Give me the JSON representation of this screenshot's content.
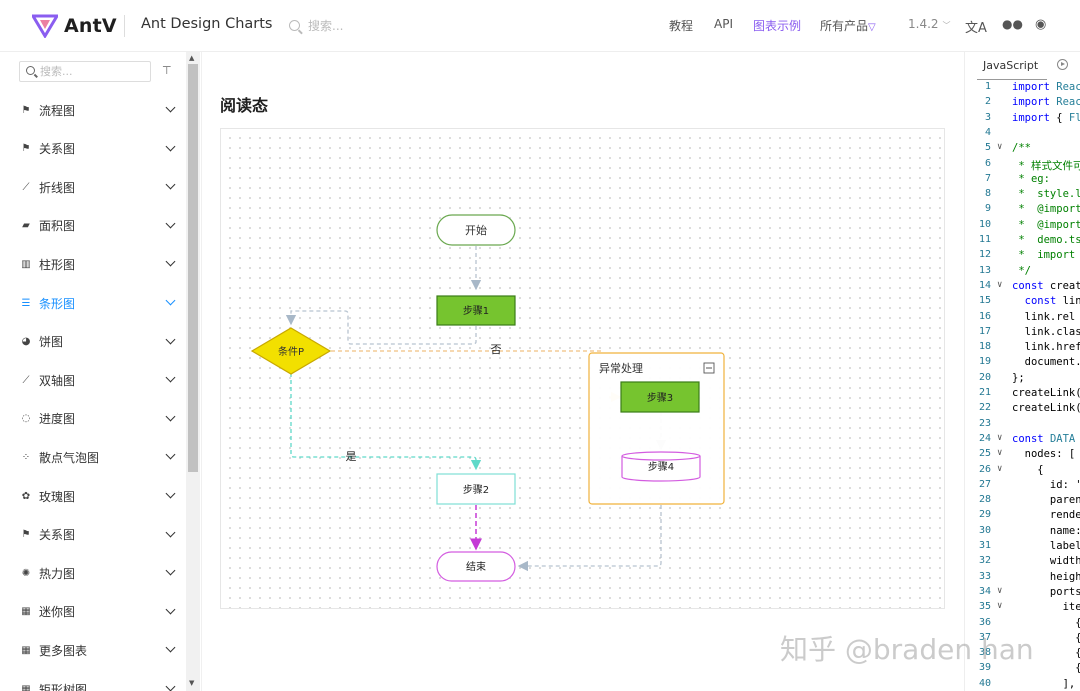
{
  "header": {
    "logo_text": "AntV",
    "product_name": "Ant Design Charts",
    "search_placeholder": "搜索...",
    "nav": [
      {
        "label": "教程",
        "active": false
      },
      {
        "label": "API",
        "active": false
      },
      {
        "label": "图表示例",
        "active": true
      },
      {
        "label": "所有产品",
        "active": false
      }
    ],
    "version": "1.4.2",
    "icons": [
      "translate-icon",
      "wechat-icon",
      "github-icon"
    ]
  },
  "sidebar": {
    "search_placeholder": "搜索...",
    "items": [
      {
        "label": "流程图",
        "icon": "⚑",
        "active": false
      },
      {
        "label": "关系图",
        "icon": "⚑",
        "active": false
      },
      {
        "label": "折线图",
        "icon": "⟋",
        "active": false
      },
      {
        "label": "面积图",
        "icon": "▰",
        "active": false
      },
      {
        "label": "柱形图",
        "icon": "▥",
        "active": false
      },
      {
        "label": "条形图",
        "icon": "☰",
        "active": true
      },
      {
        "label": "饼图",
        "icon": "◕",
        "active": false
      },
      {
        "label": "双轴图",
        "icon": "⟋",
        "active": false
      },
      {
        "label": "进度图",
        "icon": "◌",
        "active": false
      },
      {
        "label": "散点气泡图",
        "icon": "⁘",
        "active": false
      },
      {
        "label": "玫瑰图",
        "icon": "✿",
        "active": false
      },
      {
        "label": "关系图",
        "icon": "⚑",
        "active": false
      },
      {
        "label": "热力图",
        "icon": "✺",
        "active": false
      },
      {
        "label": "迷你图",
        "icon": "▦",
        "active": false
      },
      {
        "label": "更多图表",
        "icon": "▦",
        "active": false
      },
      {
        "label": "矩形树图",
        "icon": "▦",
        "active": false
      }
    ]
  },
  "main": {
    "title": "阅读态"
  },
  "flowchart": {
    "start": "开始",
    "step1": "步骤1",
    "condition": "条件P",
    "no_label": "否",
    "yes_label": "是",
    "group_title": "异常处理",
    "step3": "步骤3",
    "step4": "步骤4",
    "step2": "步骤2",
    "end": "结束",
    "colors": {
      "start_border": "#6aa84f",
      "step1_fill": "#76c42f",
      "condition_fill": "#f2e000",
      "group_border": "#f0b23c",
      "step2_border": "#7ee0d6",
      "step4_border": "#d35ce0",
      "end_border": "#d35ce0"
    }
  },
  "code": {
    "tab": "JavaScript",
    "lines": [
      {
        "n": "1",
        "fold": "",
        "html": "<span class='kw'>import</span> <span class='tp'>Reac</span>"
      },
      {
        "n": "2",
        "fold": "",
        "html": "<span class='kw'>import</span> <span class='tp'>Reac</span>"
      },
      {
        "n": "3",
        "fold": "",
        "html": "<span class='kw'>import</span> { <span class='tp'>Fl</span>"
      },
      {
        "n": "4",
        "fold": "",
        "html": ""
      },
      {
        "n": "5",
        "fold": "v",
        "html": "<span class='cm'>/**</span>"
      },
      {
        "n": "6",
        "fold": "",
        "html": "<span class='cm'> * 样式文件可</span>"
      },
      {
        "n": "7",
        "fold": "",
        "html": "<span class='cm'> * eg:</span>"
      },
      {
        "n": "8",
        "fold": "",
        "html": "<span class='cm'> *  style.l</span>"
      },
      {
        "n": "9",
        "fold": "",
        "html": "<span class='cm'> *  @import</span>"
      },
      {
        "n": "10",
        "fold": "",
        "html": "<span class='cm'> *  @import</span>"
      },
      {
        "n": "11",
        "fold": "",
        "html": "<span class='cm'> *  demo.ts</span>"
      },
      {
        "n": "12",
        "fold": "",
        "html": "<span class='cm'> *  import </span>"
      },
      {
        "n": "13",
        "fold": "",
        "html": "<span class='cm'> */</span>"
      },
      {
        "n": "14",
        "fold": "v",
        "html": "<span class='kw'>const</span> creat"
      },
      {
        "n": "15",
        "fold": "",
        "html": "  <span class='kw'>const</span> lin"
      },
      {
        "n": "16",
        "fold": "",
        "html": "  link.rel"
      },
      {
        "n": "17",
        "fold": "",
        "html": "  link.clas"
      },
      {
        "n": "18",
        "fold": "",
        "html": "  link.href"
      },
      {
        "n": "19",
        "fold": "",
        "html": "  document."
      },
      {
        "n": "20",
        "fold": "",
        "html": "};"
      },
      {
        "n": "21",
        "fold": "",
        "html": "createLink("
      },
      {
        "n": "22",
        "fold": "",
        "html": "createLink("
      },
      {
        "n": "23",
        "fold": "",
        "html": ""
      },
      {
        "n": "24",
        "fold": "v",
        "html": "<span class='kw'>const</span> <span class='tp'>DATA</span>"
      },
      {
        "n": "25",
        "fold": "v",
        "html": "  nodes: ["
      },
      {
        "n": "26",
        "fold": "v",
        "html": "    {"
      },
      {
        "n": "27",
        "fold": "",
        "html": "      id: '"
      },
      {
        "n": "28",
        "fold": "",
        "html": "      paren"
      },
      {
        "n": "29",
        "fold": "",
        "html": "      rende"
      },
      {
        "n": "30",
        "fold": "",
        "html": "      name:"
      },
      {
        "n": "31",
        "fold": "",
        "html": "      label"
      },
      {
        "n": "32",
        "fold": "",
        "html": "      width"
      },
      {
        "n": "33",
        "fold": "",
        "html": "      heigh"
      },
      {
        "n": "34",
        "fold": "v",
        "html": "      ports"
      },
      {
        "n": "35",
        "fold": "v",
        "html": "        ite"
      },
      {
        "n": "36",
        "fold": "",
        "html": "          {"
      },
      {
        "n": "37",
        "fold": "",
        "html": "          {"
      },
      {
        "n": "38",
        "fold": "",
        "html": "          {"
      },
      {
        "n": "39",
        "fold": "",
        "html": "          {"
      },
      {
        "n": "40",
        "fold": "",
        "html": "        ],"
      }
    ]
  },
  "watermark": "知乎 @braden han"
}
